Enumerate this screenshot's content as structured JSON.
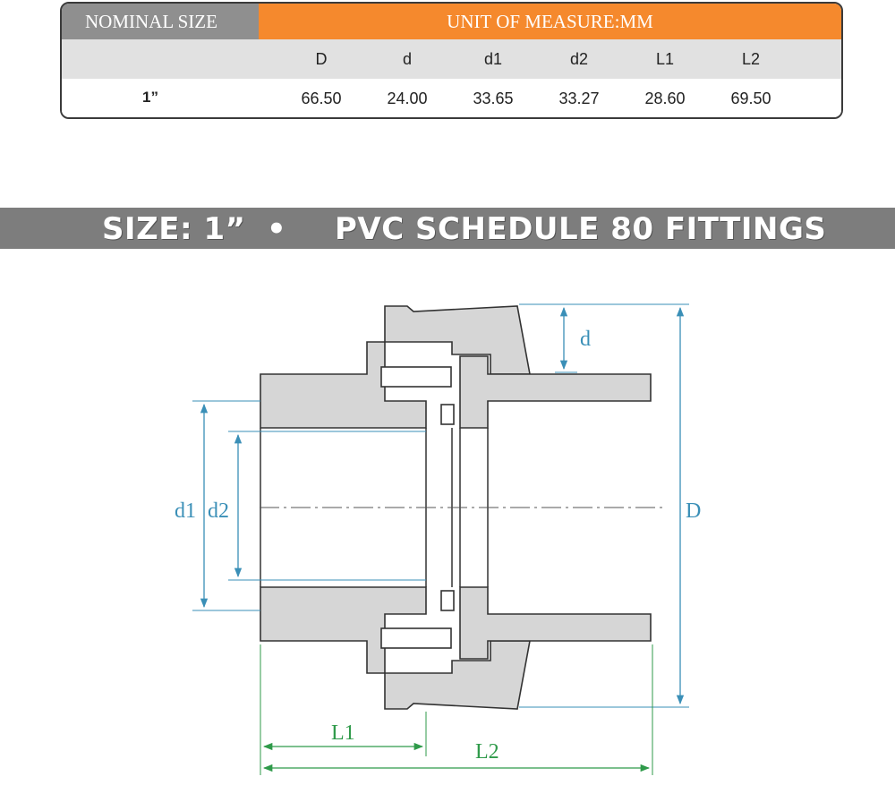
{
  "table": {
    "nominal_label": "NOMINAL  SIZE",
    "unit_label": "UNIT OF MEASURE:MM",
    "columns": [
      "D",
      "d",
      "d1",
      "d2",
      "L1",
      "L2"
    ],
    "size": "1”",
    "values": [
      "66.50",
      "24.00",
      "33.65",
      "33.27",
      "28.60",
      "69.50"
    ]
  },
  "banner": {
    "size_text": "SIZE: 1”",
    "separator": "•",
    "product_text": "PVC SCHEDULE 80 FITTINGS"
  },
  "drawing": {
    "labels": {
      "d": "d",
      "D": "D",
      "d1": "d1",
      "d2": "d2",
      "L1": "L1",
      "L2": "L2"
    },
    "colors": {
      "body": "#d6d6d6",
      "outline": "#333333",
      "blue_dim": "#3a8fb7",
      "green_dim": "#2f9a4a"
    }
  }
}
